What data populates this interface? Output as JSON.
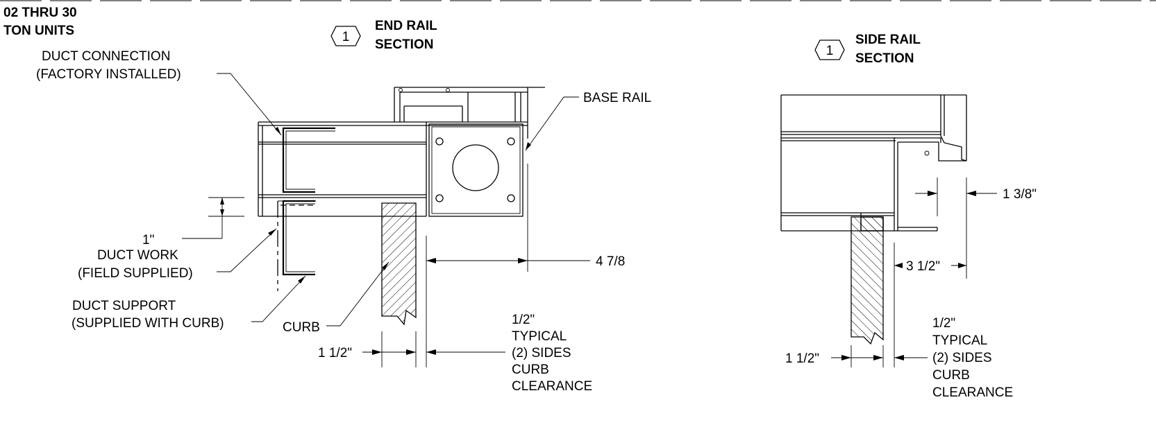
{
  "header": {
    "units_line1": "02 THRU 30",
    "units_line2": "TON UNITS"
  },
  "end_rail": {
    "marker": "1",
    "title_line1": "END RAIL",
    "title_line2": "SECTION",
    "labels": {
      "duct_connection_line1": "DUCT CONNECTION",
      "duct_connection_line2": "(FACTORY INSTALLED)",
      "base_rail": "BASE RAIL",
      "gap": "1\"",
      "duct_work_line1": "DUCT WORK",
      "duct_work_line2": "(FIELD SUPPLIED)",
      "duct_support_line1": "DUCT SUPPORT",
      "duct_support_line2": "(SUPPLIED WITH CURB)",
      "curb": "CURB",
      "dim_4_7_8": "4 7/8",
      "dim_1_1_2": "1 1/2\"",
      "clearance_line1": "1/2\"",
      "clearance_line2": "TYPICAL",
      "clearance_line3": "(2) SIDES",
      "clearance_line4": "CURB",
      "clearance_line5": "CLEARANCE"
    }
  },
  "side_rail": {
    "marker": "1",
    "title_line1": "SIDE RAIL",
    "title_line2": "SECTION",
    "labels": {
      "dim_1_3_8": "1 3/8\"",
      "dim_3_1_2": "3 1/2\"",
      "dim_1_1_2": "1 1/2\"",
      "clearance_line1": "1/2\"",
      "clearance_line2": "TYPICAL",
      "clearance_line3": "(2) SIDES",
      "clearance_line4": "CURB",
      "clearance_line5": "CLEARANCE"
    }
  }
}
